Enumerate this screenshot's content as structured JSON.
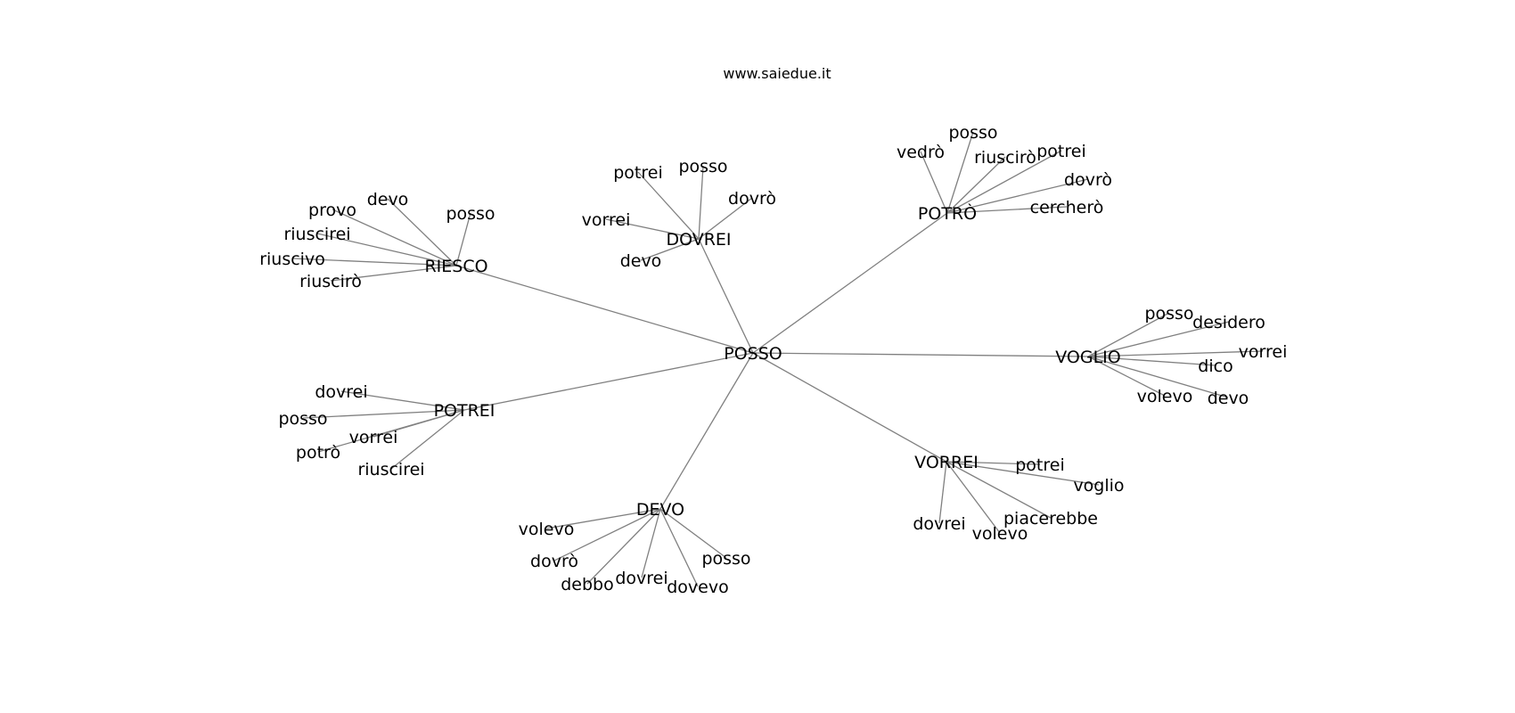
{
  "site_label": "www.saiedue.it",
  "colors": {
    "edge": "#808080",
    "text": "#000000",
    "background": "#ffffff"
  },
  "graph": {
    "root": {
      "id": "posso_root",
      "label": "POSSO"
    },
    "hubs": [
      {
        "id": "potro",
        "label": "POTRÒ",
        "children": [
          {
            "id": "potro_vedro",
            "label": "vedrò"
          },
          {
            "id": "potro_posso",
            "label": "posso"
          },
          {
            "id": "potro_riusciro",
            "label": "riuscirò"
          },
          {
            "id": "potro_potrei",
            "label": "potrei"
          },
          {
            "id": "potro_dovro",
            "label": "dovrò"
          },
          {
            "id": "potro_cerchero",
            "label": "cercherò"
          }
        ]
      },
      {
        "id": "dovrei",
        "label": "DOVREI",
        "children": [
          {
            "id": "dovrei_potrei",
            "label": "potrei"
          },
          {
            "id": "dovrei_posso",
            "label": "posso"
          },
          {
            "id": "dovrei_dovro",
            "label": "dovrò"
          },
          {
            "id": "dovrei_vorrei",
            "label": "vorrei"
          },
          {
            "id": "dovrei_devo",
            "label": "devo"
          }
        ]
      },
      {
        "id": "riesco",
        "label": "RIESCO",
        "children": [
          {
            "id": "riesco_provo",
            "label": "provo"
          },
          {
            "id": "riesco_devo",
            "label": "devo"
          },
          {
            "id": "riesco_posso",
            "label": "posso"
          },
          {
            "id": "riesco_riuscirei",
            "label": "riuscirei"
          },
          {
            "id": "riesco_riuscivo",
            "label": "riuscivo"
          },
          {
            "id": "riesco_riusciro",
            "label": "riuscirò"
          }
        ]
      },
      {
        "id": "voglio",
        "label": "VOGLIO",
        "children": [
          {
            "id": "voglio_posso",
            "label": "posso"
          },
          {
            "id": "voglio_desidero",
            "label": "desidero"
          },
          {
            "id": "voglio_vorrei",
            "label": "vorrei"
          },
          {
            "id": "voglio_dico",
            "label": "dico"
          },
          {
            "id": "voglio_volevo",
            "label": "volevo"
          },
          {
            "id": "voglio_devo",
            "label": "devo"
          }
        ]
      },
      {
        "id": "potrei",
        "label": "POTREI",
        "children": [
          {
            "id": "potrei_dovrei",
            "label": "dovrei"
          },
          {
            "id": "potrei_posso",
            "label": "posso"
          },
          {
            "id": "potrei_vorrei",
            "label": "vorrei"
          },
          {
            "id": "potrei_potro",
            "label": "potrò"
          },
          {
            "id": "potrei_riuscirei",
            "label": "riuscirei"
          }
        ]
      },
      {
        "id": "vorrei",
        "label": "VORREI",
        "children": [
          {
            "id": "vorrei_potrei",
            "label": "potrei"
          },
          {
            "id": "vorrei_voglio",
            "label": "voglio"
          },
          {
            "id": "vorrei_piacerebbe",
            "label": "piacerebbe"
          },
          {
            "id": "vorrei_dovrei",
            "label": "dovrei"
          },
          {
            "id": "vorrei_volevo",
            "label": "volevo"
          }
        ]
      },
      {
        "id": "devo",
        "label": "DEVO",
        "children": [
          {
            "id": "devo_volevo",
            "label": "volevo"
          },
          {
            "id": "devo_dovro",
            "label": "dovrò"
          },
          {
            "id": "devo_debbo",
            "label": "debbo"
          },
          {
            "id": "devo_dovrei",
            "label": "dovrei"
          },
          {
            "id": "devo_dovevo",
            "label": "dovevo"
          },
          {
            "id": "devo_posso",
            "label": "posso"
          }
        ]
      }
    ]
  }
}
